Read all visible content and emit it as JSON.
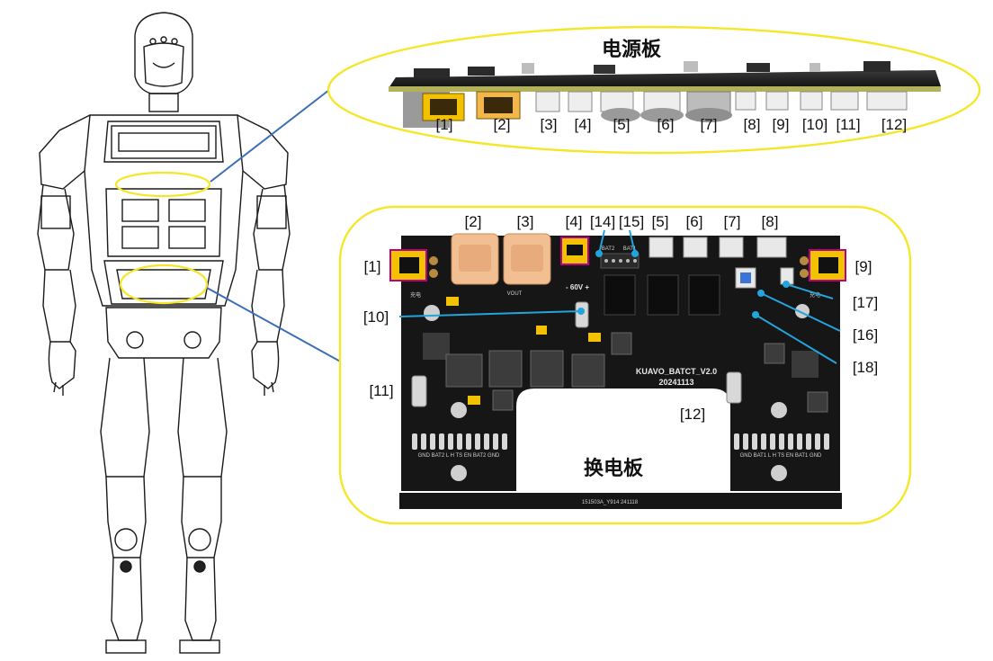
{
  "titles": {
    "power_board": "电源板",
    "swap_board": "换电板"
  },
  "power_board_labels": [
    "[1]",
    "[2]",
    "[3]",
    "[4]",
    "[5]",
    "[6]",
    "[7]",
    "[8]",
    "[9]",
    "[10]",
    "[11]",
    "[12]"
  ],
  "swap_board_labels": {
    "l1": "[1]",
    "l2": "[2]",
    "l3": "[3]",
    "l4": "[4]",
    "l14": "[14]",
    "l15": "[15]",
    "l5": "[5]",
    "l6": "[6]",
    "l7": "[7]",
    "l8": "[8]",
    "l9": "[9]",
    "l17": "[17]",
    "l10": "[10]",
    "l16": "[16]",
    "l18": "[18]",
    "l11": "[11]",
    "l12": "[12]"
  },
  "pcb_text": {
    "board_name": "KUAVO_BATCT_V2.0",
    "board_date": "20241113",
    "voltage": "- 60V +",
    "vout": "VOUT",
    "charge_left": "充电",
    "charge_right": "充电",
    "serial": "151503A_Y914  241118",
    "pins_left": "GND  BAT2  L  H  TS  EN  BAT2  GND",
    "pins_right": "GND  BAT1  L  H  TS  EN  BAT1  GND",
    "bat2": "BAT2",
    "bat1": "BAT1"
  },
  "colors": {
    "highlight": "#f5e62a",
    "leader_line": "#3d6fb6",
    "callout": "#23a4dc",
    "pcb": "#161616",
    "connector_orange": "#f2bf93",
    "xt_yellow": "#f2c200",
    "pcb_green": "#b3b25a"
  }
}
